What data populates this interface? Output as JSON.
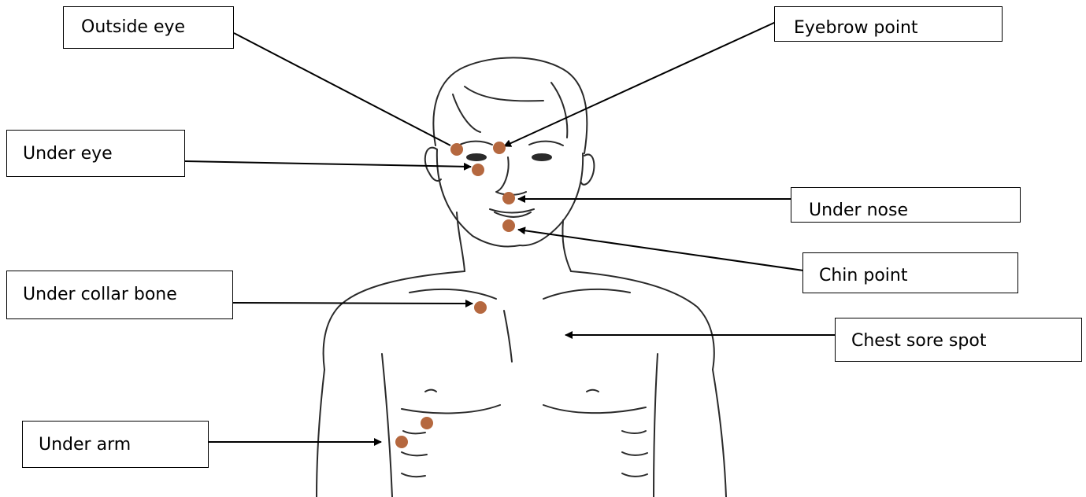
{
  "labels": {
    "outside_eye": "Outside eye",
    "eyebrow_point": "Eyebrow point",
    "under_eye": "Under eye",
    "under_nose": "Under nose",
    "chin_point": "Chin point",
    "under_collar_bone": "Under collar bone",
    "chest_sore_spot": "Chest sore spot",
    "under_arm": "Under arm"
  },
  "colors": {
    "point": "#b5683f",
    "line": "#000000",
    "outline": "#2a2a2a"
  }
}
